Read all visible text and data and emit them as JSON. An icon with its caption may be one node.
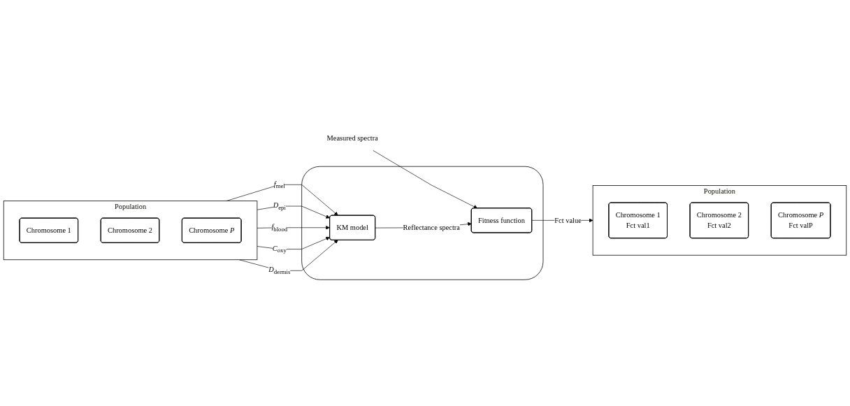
{
  "diagram": {
    "nodes": [
      {
        "text": [
          "Population"
        ]
      },
      {
        "text": [
          "Chromosome 1"
        ],
        "in": 0
      },
      {
        "text": [
          "Chromosome 2"
        ],
        "in": 0
      },
      {
        "text": [
          "Chromosome *P*"
        ],
        "in": 0
      },
      {
        "text": [],
        "shape": "box"
      },
      {
        "text": [
          "KM model"
        ],
        "in": 4
      },
      {
        "text": [
          "Fitness function"
        ],
        "in": 4
      },
      {
        "text": [
          "Measured spectra"
        ]
      },
      {
        "text": [
          "Population"
        ]
      },
      {
        "text": [
          "Chromosome 1",
          "Fct val1"
        ],
        "in": 8
      },
      {
        "text": [
          "Chromosome 2",
          "Fct val2"
        ],
        "in": 8
      },
      {
        "text": [
          "Chromosome *P*",
          "Fct valP"
        ],
        "in": 8
      }
    ],
    "edges": [
      {
        "from": 0,
        "to": 5,
        "arrow": "to",
        "label": "*f*$_{mel}$"
      },
      {
        "from": 0,
        "to": 5,
        "arrow": "to",
        "label": "*D*$_{epi}$"
      },
      {
        "from": 0,
        "to": 5,
        "arrow": "to",
        "label": "*f*$_{blood}$"
      },
      {
        "from": 0,
        "to": 5,
        "arrow": "to",
        "label": "*C*$_{oxy}$"
      },
      {
        "from": 0,
        "to": 5,
        "arrow": "to",
        "label": "*D*$_{dermis}$"
      },
      {
        "from": 7,
        "to": 6,
        "arrow": "to"
      },
      {
        "from": 5,
        "to": 6,
        "arrow": "to",
        "label": "Reflectance spectra"
      },
      {
        "from": 6,
        "to": 8,
        "arrow": "to",
        "label": "Fct value"
      }
    ]
  }
}
